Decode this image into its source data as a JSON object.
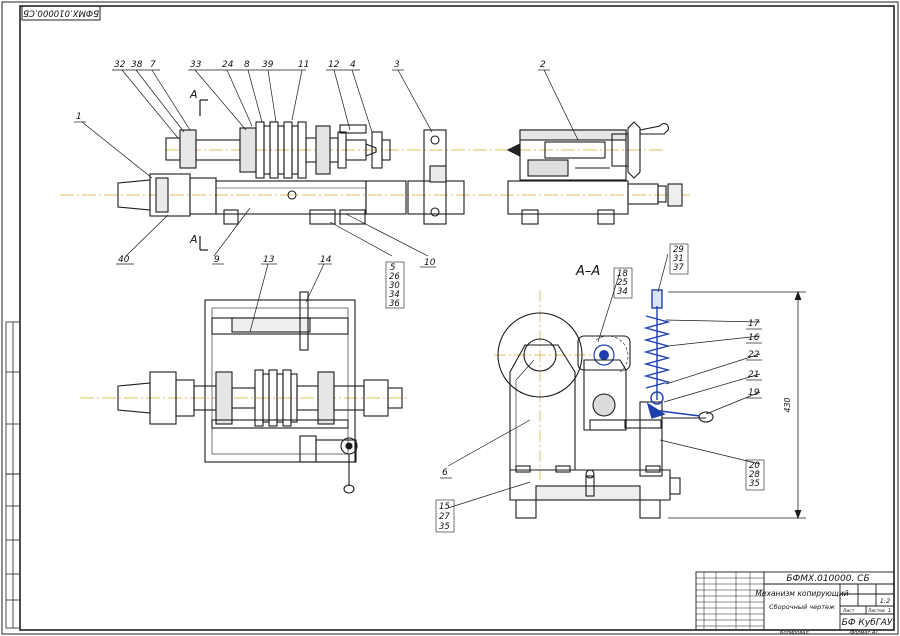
{
  "drawing": {
    "code_rotated": "БФМХ.010000.СБ",
    "section_label": "А–А",
    "section_mark": "А",
    "dimension_430": "430",
    "colors": {
      "line": "#1a1a1a",
      "blue": "#1f3fae",
      "axis": "#d4a72c",
      "fill_light": "#f0f0f0"
    }
  },
  "callouts_top": [
    {
      "id": "c32",
      "text": "32"
    },
    {
      "id": "c38",
      "text": "38"
    },
    {
      "id": "c7",
      "text": "7"
    },
    {
      "id": "c33",
      "text": "33"
    },
    {
      "id": "c24",
      "text": "24"
    },
    {
      "id": "c8",
      "text": "8"
    },
    {
      "id": "c39",
      "text": "39"
    },
    {
      "id": "c11",
      "text": "11"
    },
    {
      "id": "c12",
      "text": "12"
    },
    {
      "id": "c4",
      "text": "4"
    },
    {
      "id": "c3",
      "text": "3"
    },
    {
      "id": "c2",
      "text": "2"
    },
    {
      "id": "c1",
      "text": "1"
    },
    {
      "id": "c40",
      "text": "40"
    },
    {
      "id": "c9",
      "text": "9"
    },
    {
      "id": "c10",
      "text": "10"
    },
    {
      "id": "c13",
      "text": "13"
    },
    {
      "id": "c14",
      "text": "14"
    }
  ],
  "callout_stacks": [
    {
      "id": "s5",
      "items": [
        "5",
        "26",
        "30",
        "34",
        "36"
      ]
    },
    {
      "id": "s18",
      "items": [
        "18",
        "25",
        "34"
      ]
    },
    {
      "id": "s29",
      "items": [
        "29",
        "31",
        "37"
      ]
    },
    {
      "id": "s20",
      "items": [
        "20",
        "28",
        "35"
      ]
    },
    {
      "id": "s15",
      "items": [
        "15",
        "27",
        "35"
      ]
    }
  ],
  "callouts_section": [
    {
      "id": "c17",
      "text": "17"
    },
    {
      "id": "c16",
      "text": "16"
    },
    {
      "id": "c22",
      "text": "22"
    },
    {
      "id": "c21",
      "text": "21"
    },
    {
      "id": "c19",
      "text": "19"
    },
    {
      "id": "c6",
      "text": "6"
    }
  ],
  "title_block": {
    "designation": "БФМХ.010000. СБ",
    "name_line1": "Механизм копирующий",
    "name_line2": "Сборочный чертеж",
    "org": "БФ КубГАУ",
    "scale": "1:2",
    "sheet_label": "Лист",
    "sheets_label": "Листов",
    "sheets_count": "1",
    "copied": "Копировал",
    "format": "Формат А1"
  }
}
